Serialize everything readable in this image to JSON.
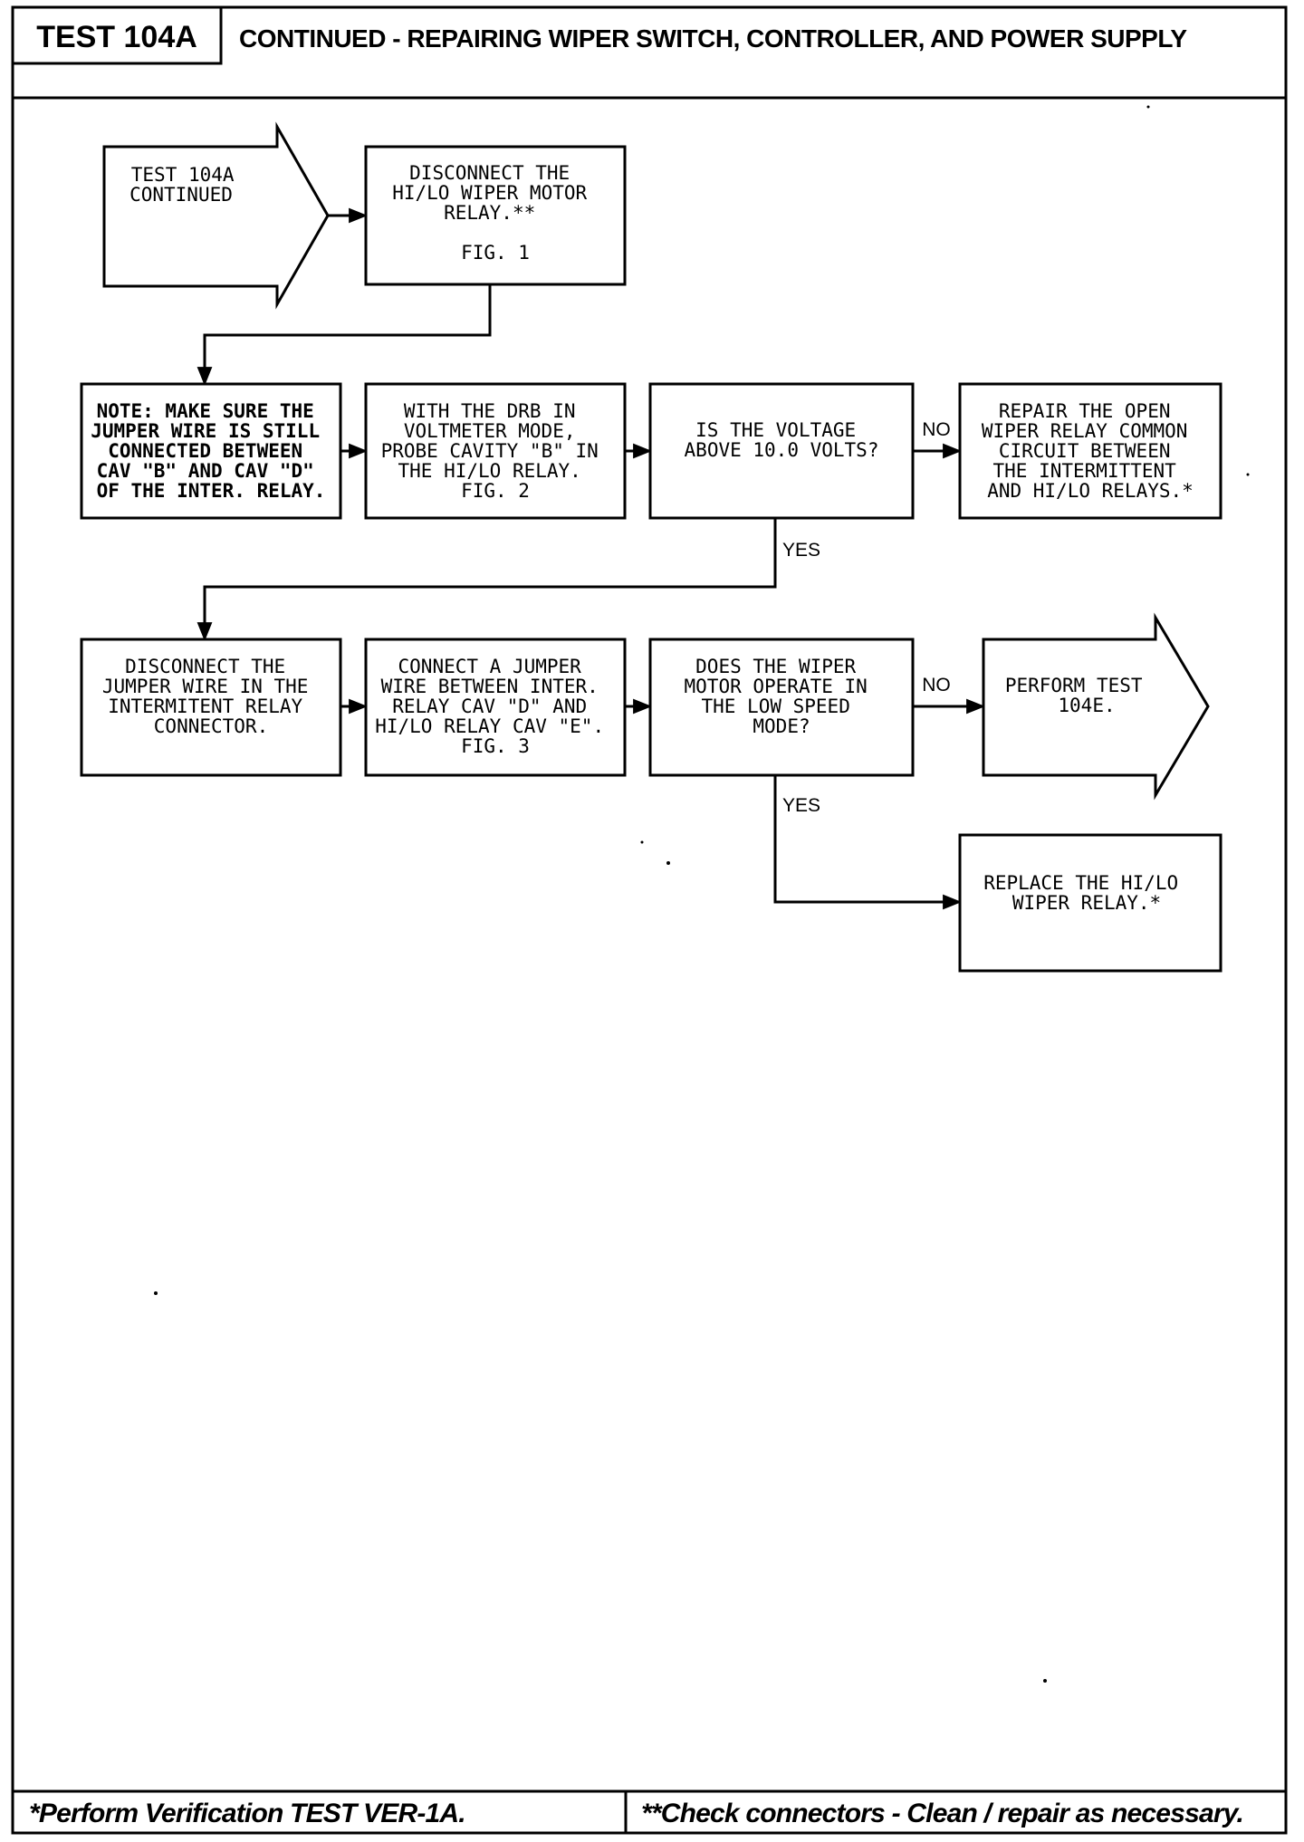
{
  "header": {
    "test_id": "TEST 104A",
    "title": "CONTINUED - REPAIRING WIPER SWITCH, CONTROLLER, AND POWER SUPPLY"
  },
  "flowchart": {
    "start": [
      "TEST 104A",
      "CONTINUED"
    ],
    "step_disconnect_relay": [
      "DISCONNECT THE",
      "HI/LO WIPER MOTOR",
      "RELAY.**",
      "",
      "FIG. 1"
    ],
    "note": [
      "NOTE:  MAKE SURE THE",
      "JUMPER WIRE IS STILL",
      "CONNECTED BETWEEN",
      "CAV \"B\" AND CAV \"D\"",
      "OF THE INTER. RELAY."
    ],
    "step_probe": [
      "WITH THE DRB IN",
      "VOLTMETER MODE,",
      "PROBE CAVITY \"B\" IN",
      "THE HI/LO RELAY.",
      "FIG. 2"
    ],
    "decision_voltage": [
      "IS THE VOLTAGE",
      "ABOVE 10.0 VOLTS?"
    ],
    "repair_open": [
      "REPAIR THE OPEN",
      "WIPER RELAY COMMON",
      "CIRCUIT BETWEEN",
      "THE INTERMITTENT",
      "AND HI/LO RELAYS.*"
    ],
    "step_disconnect_jumper": [
      "DISCONNECT THE",
      "JUMPER WIRE IN THE",
      "INTERMITENT RELAY",
      "CONNECTOR."
    ],
    "step_connect_jumper": [
      "CONNECT A JUMPER",
      "WIRE BETWEEN INTER.",
      "RELAY CAV \"D\" AND",
      "HI/LO RELAY CAV \"E\".",
      "FIG. 3"
    ],
    "decision_motor": [
      "DOES THE WIPER",
      "MOTOR OPERATE IN",
      "THE LOW SPEED",
      "MODE?"
    ],
    "perform_test": [
      "PERFORM TEST",
      "104E."
    ],
    "replace_relay": [
      "REPLACE THE HI/LO",
      "WIPER RELAY.*"
    ],
    "labels": {
      "no_1": "NO",
      "yes_1": "YES",
      "no_2": "NO",
      "yes_2": "YES"
    }
  },
  "footer": {
    "left": "*Perform Verification TEST VER-1A.",
    "right": "**Check connectors - Clean / repair as necessary."
  }
}
